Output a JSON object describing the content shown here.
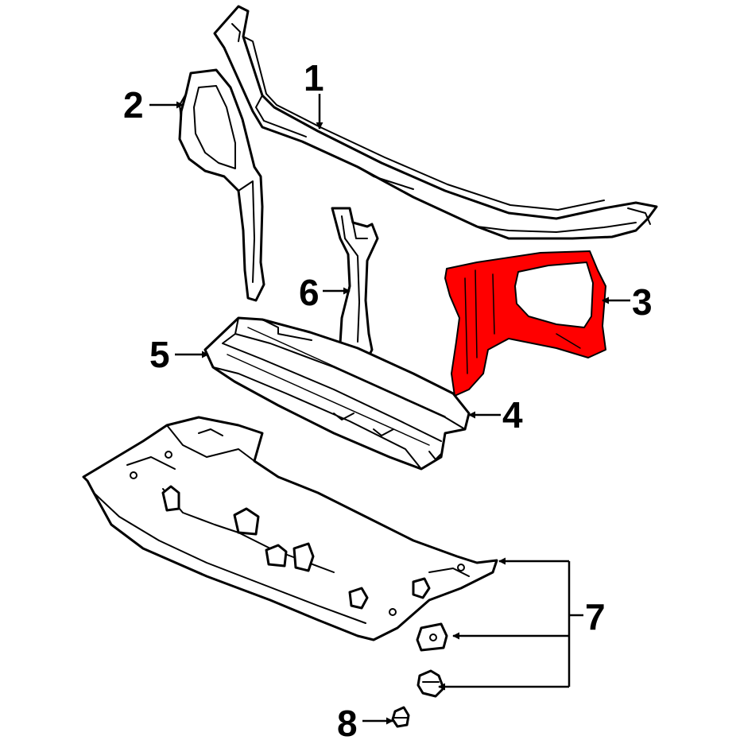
{
  "callouts": [
    {
      "id": "1",
      "label": "1"
    },
    {
      "id": "2",
      "label": "2"
    },
    {
      "id": "3",
      "label": "3"
    },
    {
      "id": "4",
      "label": "4"
    },
    {
      "id": "5",
      "label": "5"
    },
    {
      "id": "6",
      "label": "6"
    },
    {
      "id": "7",
      "label": "7"
    },
    {
      "id": "8",
      "label": "8"
    }
  ],
  "highlight": {
    "part": "3",
    "color": "#ff0000"
  },
  "colors": {
    "line": "#000000",
    "background": "#ffffff"
  }
}
